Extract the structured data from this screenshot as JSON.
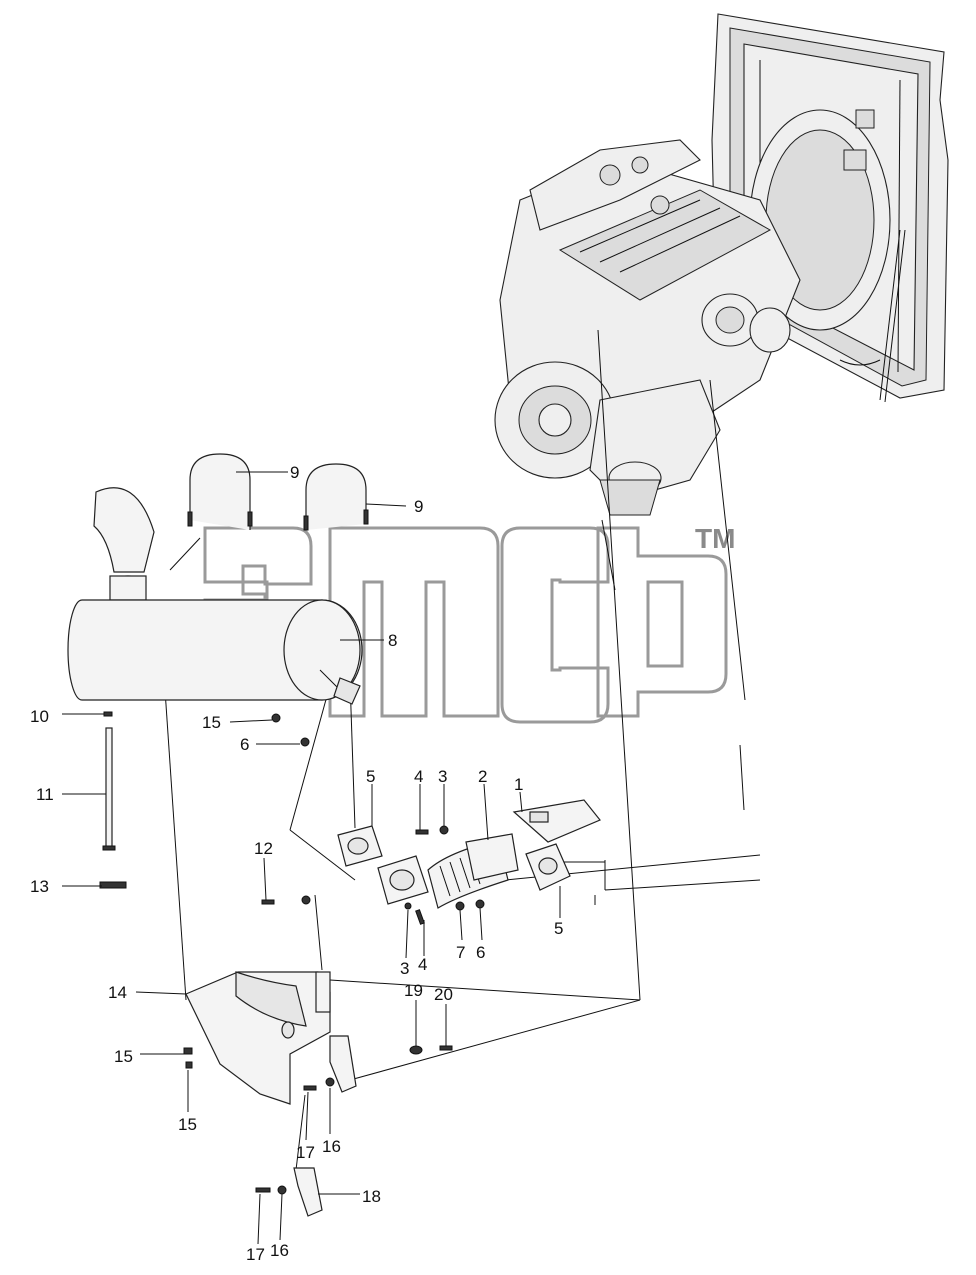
{
  "watermark": {
    "tm": "TM"
  },
  "callouts": {
    "c1": "1",
    "c2": "2",
    "c3a": "3",
    "c3b": "3",
    "c4a": "4",
    "c4b": "4",
    "c5a": "5",
    "c5b": "5",
    "c6a": "6",
    "c6b": "6",
    "c7": "7",
    "c8": "8",
    "c9a": "9",
    "c9b": "9",
    "c10": "10",
    "c11": "11",
    "c12": "12",
    "c13": "13",
    "c14": "14",
    "c15a": "15",
    "c15b": "15",
    "c15c": "15",
    "c16a": "16",
    "c16b": "16",
    "c17a": "17",
    "c17b": "17",
    "c18": "18",
    "c19": "19",
    "c20": "20"
  }
}
